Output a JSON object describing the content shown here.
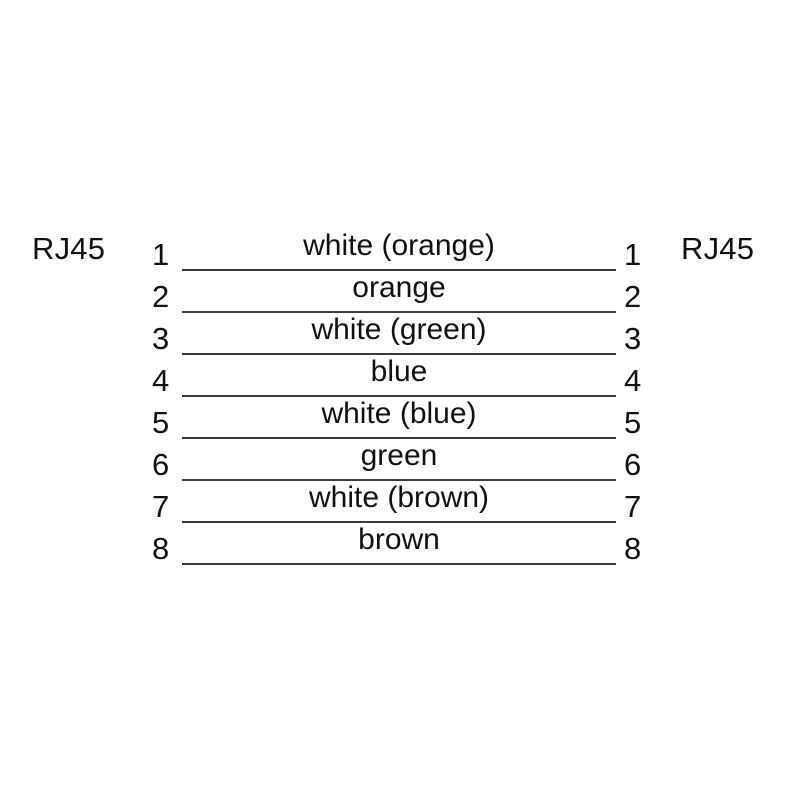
{
  "diagram": {
    "type": "rj45-straight-through-wiring",
    "background_color": "#ffffff",
    "line_color": "#3b3b3b",
    "text_color": "#111111",
    "left_connector": "RJ45",
    "right_connector": "RJ45",
    "pin_count": 8,
    "wires": [
      {
        "pin_left": "1",
        "pin_right": "1",
        "label": "white (orange)"
      },
      {
        "pin_left": "2",
        "pin_right": "2",
        "label": "orange"
      },
      {
        "pin_left": "3",
        "pin_right": "3",
        "label": "white (green)"
      },
      {
        "pin_left": "4",
        "pin_right": "4",
        "label": "blue"
      },
      {
        "pin_left": "5",
        "pin_right": "5",
        "label": "white (blue)"
      },
      {
        "pin_left": "6",
        "pin_right": "6",
        "label": "green"
      },
      {
        "pin_left": "7",
        "pin_right": "7",
        "label": "white (brown)"
      },
      {
        "pin_left": "8",
        "pin_right": "8",
        "label": "brown"
      }
    ]
  }
}
